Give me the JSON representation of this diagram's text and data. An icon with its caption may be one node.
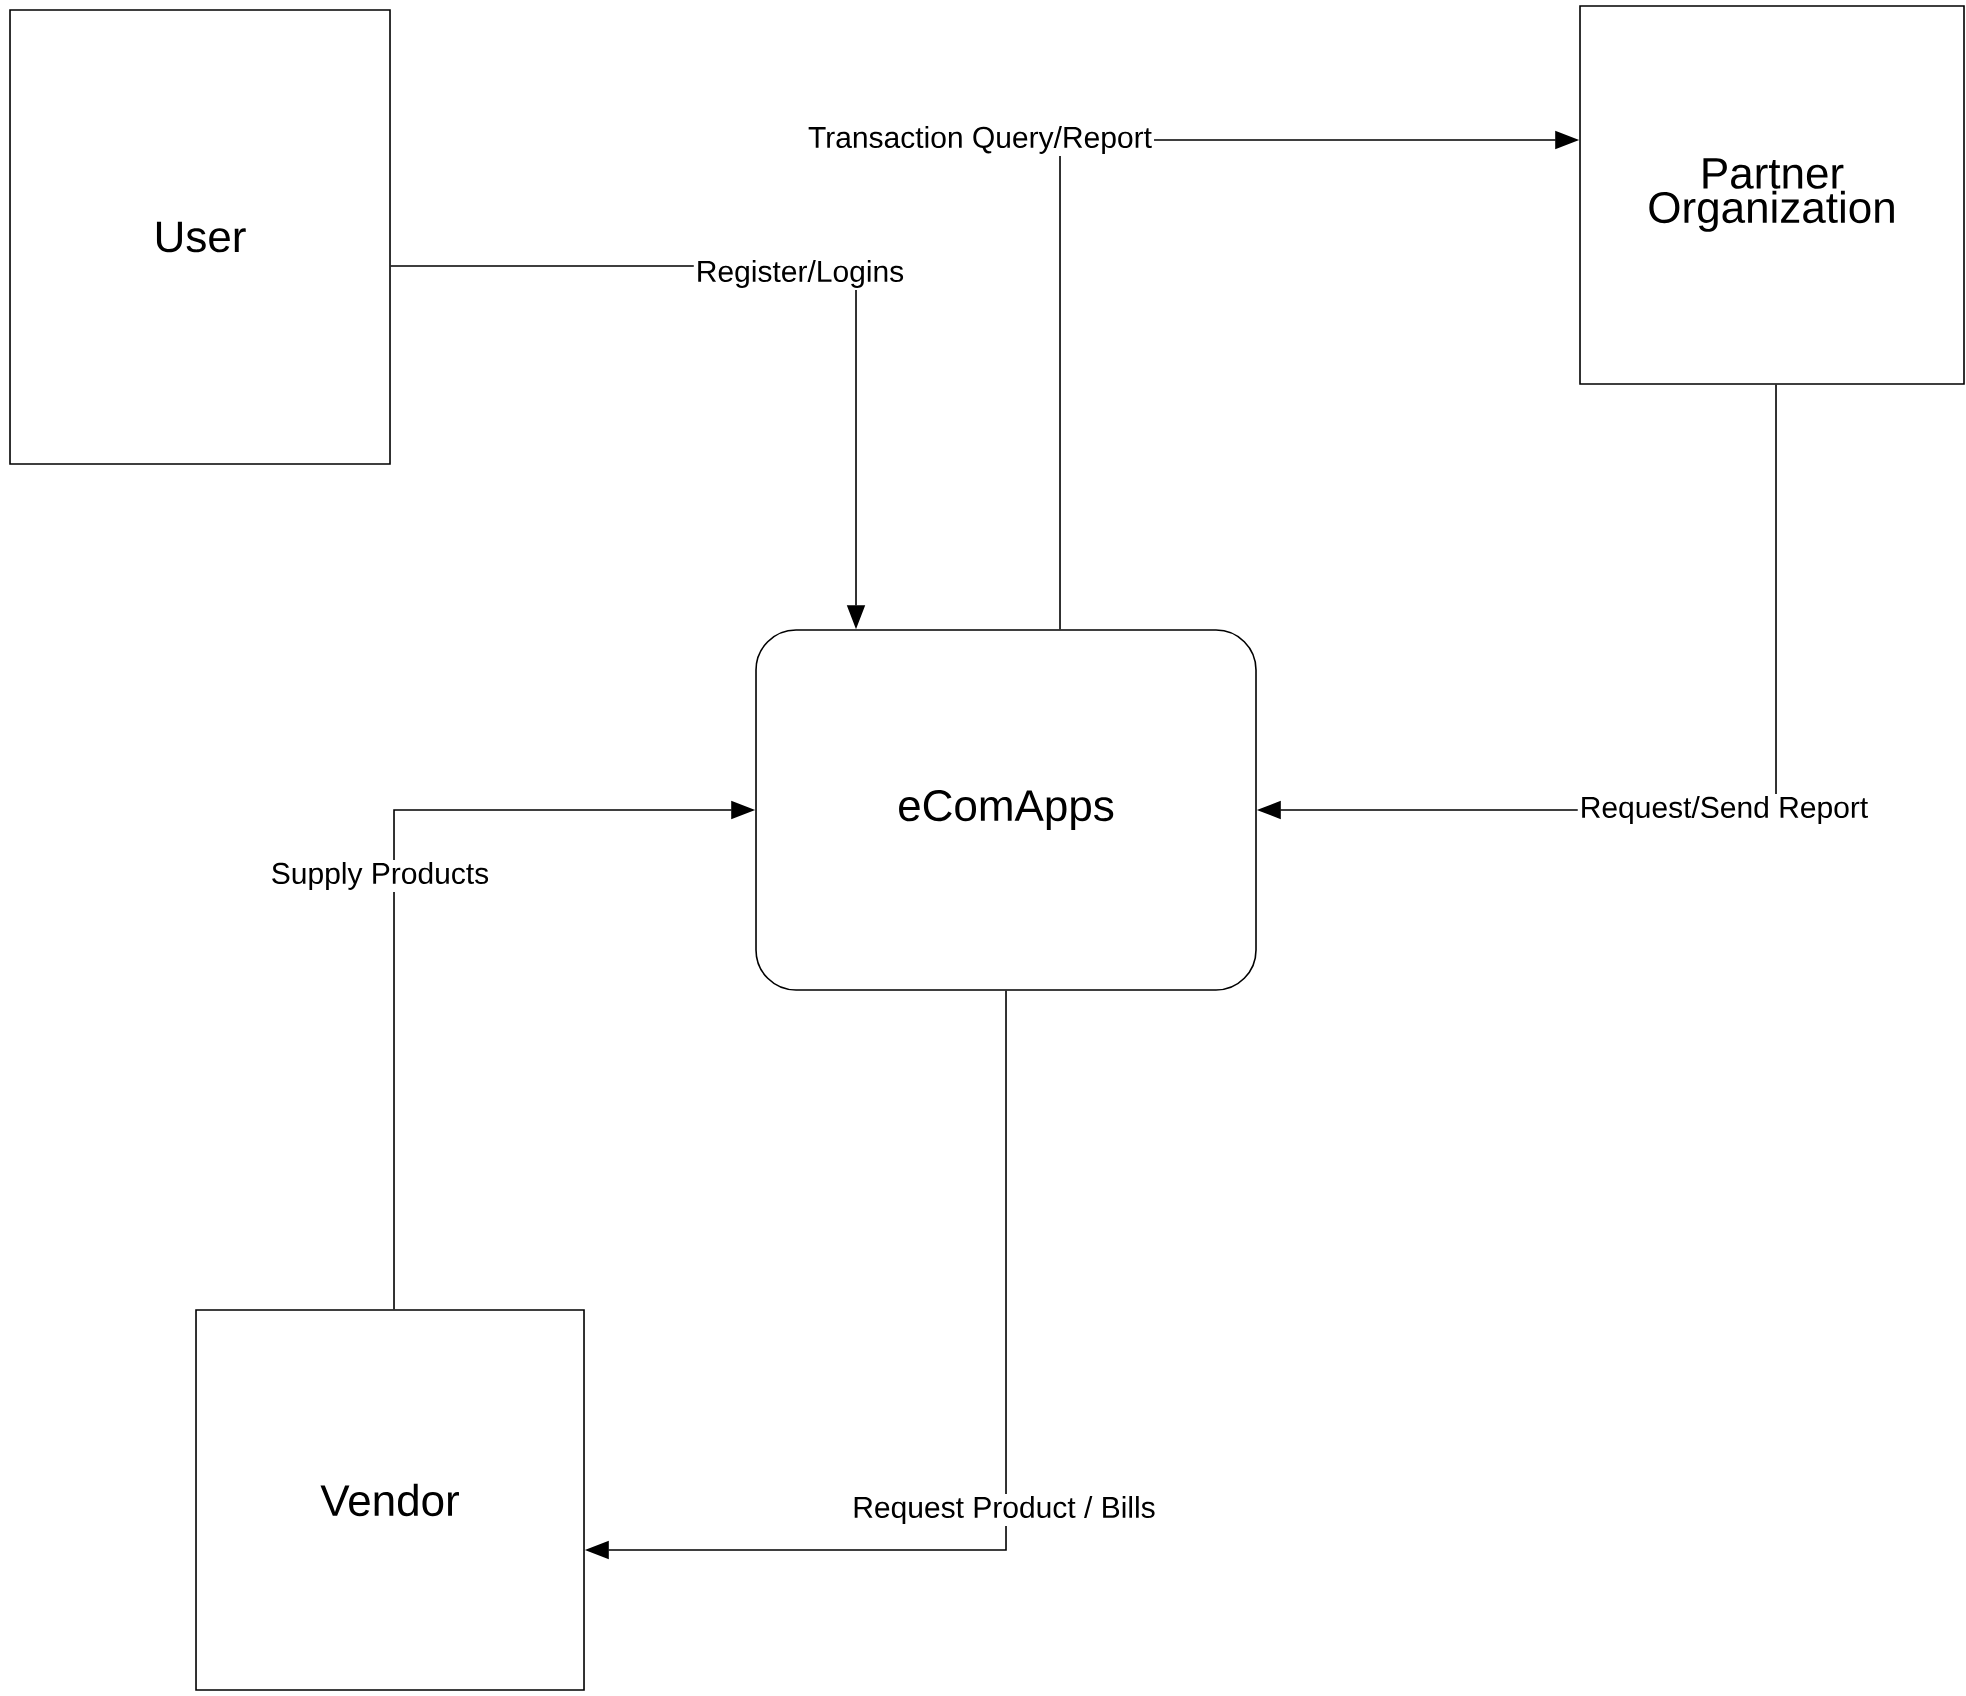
{
  "diagram": {
    "nodes": [
      {
        "text": [
          "User"
        ]
      },
      {
        "text": [
          "Partner Organization"
        ]
      },
      {
        "text": [
          "eComApps"
        ]
      },
      {
        "text": [
          "Vendor"
        ]
      }
    ],
    "edges": [
      {
        "from": 0,
        "to": 2,
        "arrow": "to",
        "label": "Register/Logins"
      },
      {
        "from": 2,
        "to": 1,
        "arrow": "to",
        "label": "Transaction Query/Report"
      },
      {
        "from": 1,
        "to": 2,
        "arrow": "to",
        "label": "Request/Send Report"
      },
      {
        "from": 3,
        "to": 2,
        "arrow": "to",
        "label": "Supply Products"
      },
      {
        "from": 2,
        "to": 3,
        "arrow": "to",
        "label": "Request Product / Bills"
      }
    ]
  }
}
